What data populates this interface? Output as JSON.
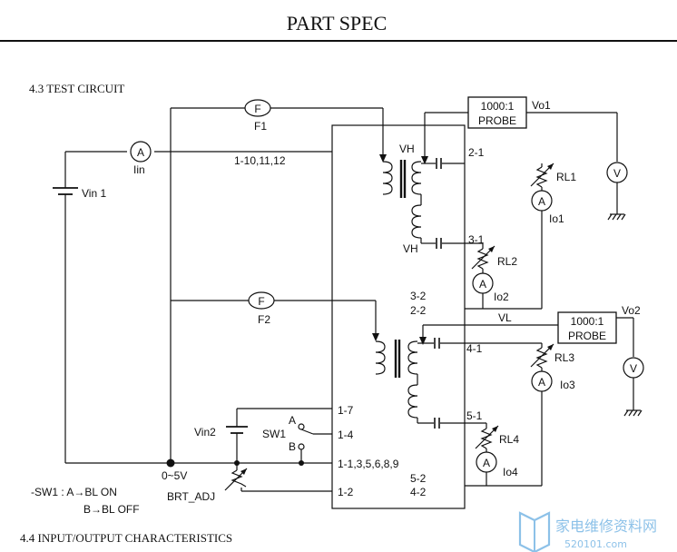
{
  "header": {
    "title": "PART SPEC"
  },
  "sections": {
    "test_circuit": "4.3  TEST CIRCUIT",
    "io_characteristics": "4.4 INPUT/OUTPUT CHARACTERISTICS"
  },
  "labels": {
    "fuse1": "F",
    "fuse1_name": "F1",
    "fuse2": "F",
    "fuse2_name": "F2",
    "ammeter_in": "A",
    "iin": "Iin",
    "vin1": "Vin 1",
    "pins_in": "1-10,11,12",
    "vh_top": "VH",
    "vh_bottom": "VH",
    "pin_2_1": "2-1",
    "pin_3_1": "3-1",
    "pin_3_2": "3-2",
    "pin_2_2": "2-2",
    "vl": "VL",
    "pin_4_1": "4-1",
    "pin_5_1": "5-1",
    "pin_1_7": "1-7",
    "pin_1_4": "1-4",
    "pin_1_gnd": "1-1,3,5,6,8,9",
    "pin_1_2": "1-2",
    "pin_5_2": "5-2",
    "pin_4_2": "4-2",
    "probe1_ratio": "1000:1",
    "probe1_name": "PROBE",
    "vo1": "Vo1",
    "probe2_ratio": "1000:1",
    "probe2_name": "PROBE",
    "vo2": "Vo2",
    "volt": "V",
    "rl1": "RL1",
    "rl2": "RL2",
    "rl3": "RL3",
    "rl4": "RL4",
    "amp": "A",
    "io1": "Io1",
    "io2": "Io2",
    "io3": "Io3",
    "io4": "Io4",
    "vin2": "Vin2",
    "sw1": "SW1",
    "sw_a": "A",
    "sw_b": "B",
    "range": "0~5V",
    "brt_adj": "BRT_ADJ"
  },
  "notes": {
    "line1": "-SW1 : A→BL ON",
    "line2": "B→BL OFF"
  },
  "watermark": {
    "cn": "家电维修资料网",
    "url": "520101.com"
  }
}
